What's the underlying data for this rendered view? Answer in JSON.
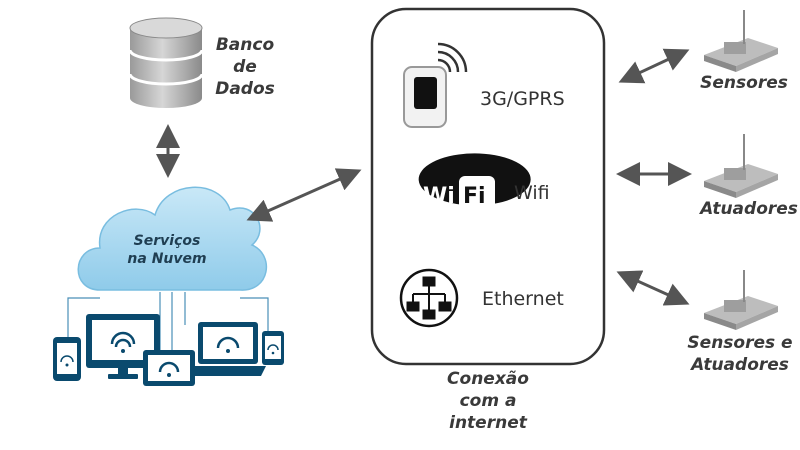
{
  "database": {
    "label_lines": [
      "Banco",
      "de",
      "Dados"
    ]
  },
  "cloud": {
    "label_lines": [
      "Serviços",
      "na Nuvem"
    ]
  },
  "internet_box": {
    "connections": [
      {
        "label": "3G/GPRS",
        "icon": "mobile-signal-icon"
      },
      {
        "label": "Wifi",
        "icon": "wifi-logo-icon",
        "logo_text": "WiFi"
      },
      {
        "label": "Ethernet",
        "icon": "network-hub-icon"
      }
    ],
    "caption_lines": [
      "Conexão",
      "com a",
      "internet"
    ]
  },
  "devices": [
    {
      "label_lines": [
        "Sensores"
      ],
      "icon": "sensor-device-icon"
    },
    {
      "label_lines": [
        "Atuadores"
      ],
      "icon": "actuator-device-icon"
    },
    {
      "label_lines": [
        "Sensores e",
        "Atuadores"
      ],
      "icon": "sensor-actuator-device-icon"
    }
  ],
  "colors": {
    "cloud": "#a7d6ee",
    "device_screen": "#0a4a6e",
    "arrow": "#555555",
    "box_border": "#333333"
  }
}
